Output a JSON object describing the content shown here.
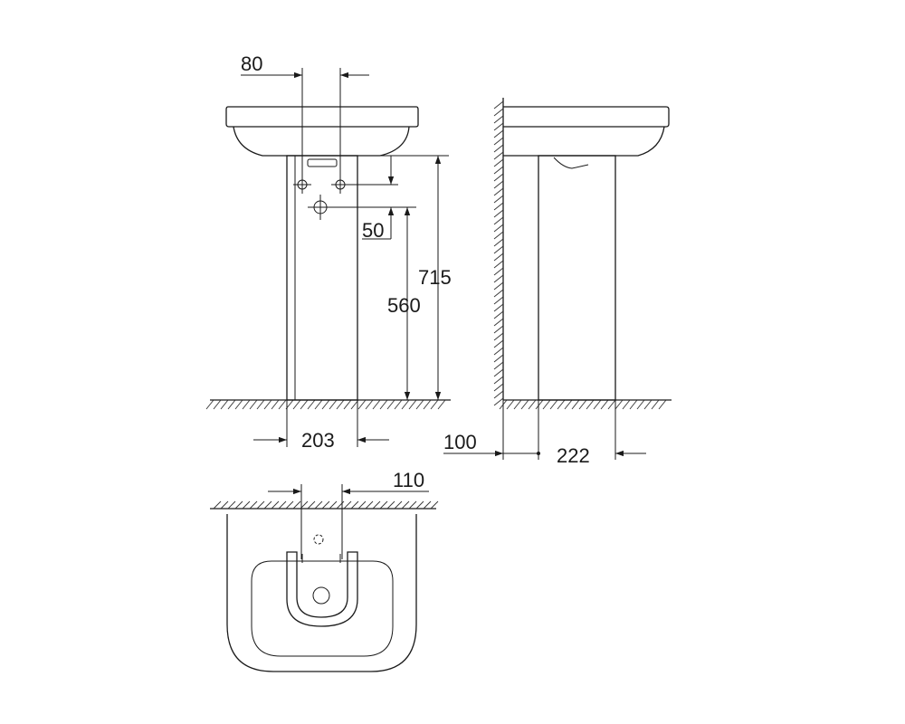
{
  "dimensions": {
    "front_tap_spacing": "80",
    "front_pipe_offset": "50",
    "front_total_height": "715",
    "front_outlet_height": "560",
    "front_pedestal_width": "203",
    "side_wall_offset": "100",
    "side_pedestal_depth": "222",
    "plan_opening_width": "110"
  },
  "colors": {
    "line": "#1a1a1a",
    "background": "#ffffff"
  }
}
